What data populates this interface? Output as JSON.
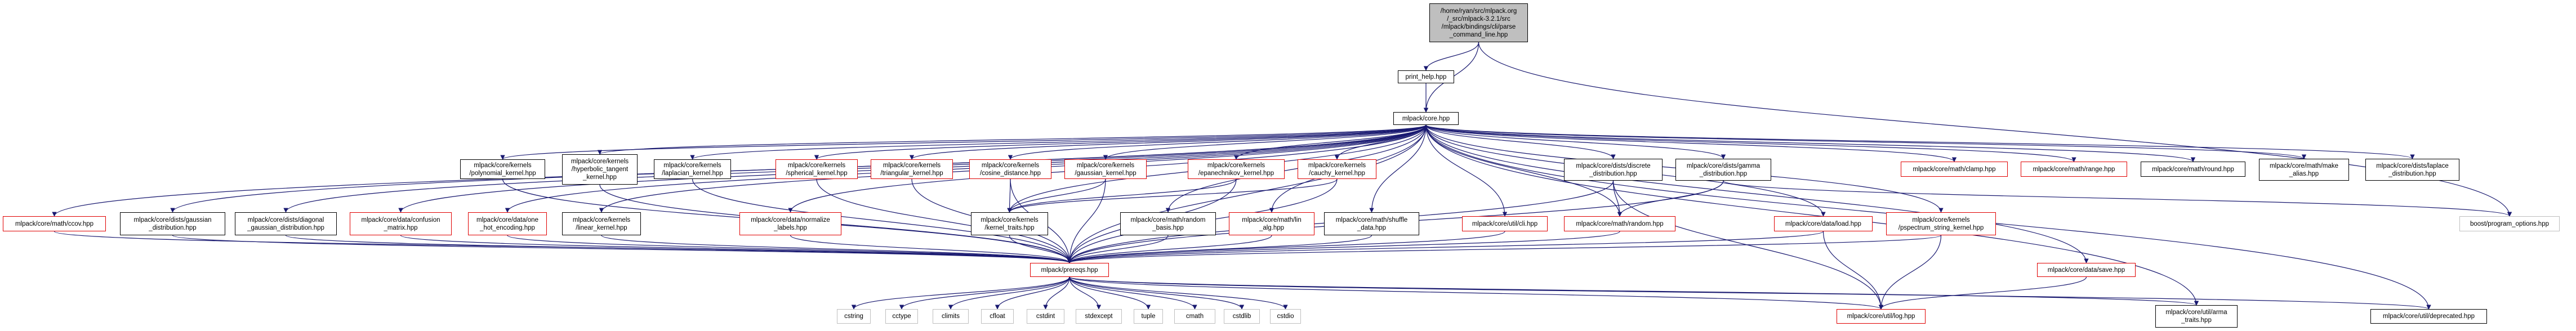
{
  "title": "Include dependency graph for parse_command_line.hpp",
  "colors": {
    "edge": "#191970",
    "red_border": "#e00000",
    "gray_border": "#bfbfbf",
    "root_fill": "#bfbfbf"
  },
  "nodes": [
    {
      "id": "root",
      "label": "/home/ryan/src/mlpack.org\n/_src/mlpack-3.2.1/src\n/mlpack/bindings/cli/parse\n_command_line.hpp",
      "style": "root"
    },
    {
      "id": "print_help",
      "label": "print_help.hpp",
      "style": "black"
    },
    {
      "id": "core",
      "label": "mlpack/core.hpp",
      "style": "black"
    },
    {
      "id": "polynomial",
      "label": "mlpack/core/kernels\n/polynomial_kernel.hpp",
      "style": "black"
    },
    {
      "id": "hyperbolic",
      "label": "mlpack/core/kernels\n/hyperbolic_tangent\n_kernel.hpp",
      "style": "black"
    },
    {
      "id": "laplacian",
      "label": "mlpack/core/kernels\n/laplacian_kernel.hpp",
      "style": "black"
    },
    {
      "id": "spherical",
      "label": "mlpack/core/kernels\n/spherical_kernel.hpp",
      "style": "red"
    },
    {
      "id": "triangular",
      "label": "mlpack/core/kernels\n/triangular_kernel.hpp",
      "style": "red"
    },
    {
      "id": "cosine",
      "label": "mlpack/core/kernels\n/cosine_distance.hpp",
      "style": "red"
    },
    {
      "id": "gaussian_k",
      "label": "mlpack/core/kernels\n/gaussian_kernel.hpp",
      "style": "red"
    },
    {
      "id": "epanechnikov",
      "label": "mlpack/core/kernels\n/epanechnikov_kernel.hpp",
      "style": "red"
    },
    {
      "id": "cauchy",
      "label": "mlpack/core/kernels\n/cauchy_kernel.hpp",
      "style": "red"
    },
    {
      "id": "discrete",
      "label": "mlpack/core/dists/discrete\n_distribution.hpp",
      "style": "black"
    },
    {
      "id": "gamma",
      "label": "mlpack/core/dists/gamma\n_distribution.hpp",
      "style": "black"
    },
    {
      "id": "clamp",
      "label": "mlpack/core/math/clamp.hpp",
      "style": "red"
    },
    {
      "id": "range",
      "label": "mlpack/core/math/range.hpp",
      "style": "red"
    },
    {
      "id": "round",
      "label": "mlpack/core/math/round.hpp",
      "style": "black"
    },
    {
      "id": "make_alias",
      "label": "mlpack/core/math/make\n_alias.hpp",
      "style": "black"
    },
    {
      "id": "laplace_dist",
      "label": "mlpack/core/dists/laplace\n_distribution.hpp",
      "style": "black"
    },
    {
      "id": "ccov",
      "label": "mlpack/core/math/ccov.hpp",
      "style": "red"
    },
    {
      "id": "gaussian_dist",
      "label": "mlpack/core/dists/gaussian\n_distribution.hpp",
      "style": "black"
    },
    {
      "id": "diagonal",
      "label": "mlpack/core/dists/diagonal\n_gaussian_distribution.hpp",
      "style": "black"
    },
    {
      "id": "confusion",
      "label": "mlpack/core/data/confusion\n_matrix.hpp",
      "style": "red"
    },
    {
      "id": "one_hot",
      "label": "mlpack/core/data/one\n_hot_encoding.hpp",
      "style": "red"
    },
    {
      "id": "linear",
      "label": "mlpack/core/kernels\n/linear_kernel.hpp",
      "style": "black"
    },
    {
      "id": "normalize",
      "label": "mlpack/core/data/normalize\n_labels.hpp",
      "style": "red"
    },
    {
      "id": "kernel_traits",
      "label": "mlpack/core/kernels\n/kernel_traits.hpp",
      "style": "black"
    },
    {
      "id": "random_basis",
      "label": "mlpack/core/math/random\n_basis.hpp",
      "style": "black"
    },
    {
      "id": "lin_alg",
      "label": "mlpack/core/math/lin\n_alg.hpp",
      "style": "red"
    },
    {
      "id": "shuffle",
      "label": "mlpack/core/math/shuffle\n_data.hpp",
      "style": "black"
    },
    {
      "id": "cli",
      "label": "mlpack/core/util/cli.hpp",
      "style": "red"
    },
    {
      "id": "random",
      "label": "mlpack/core/math/random.hpp",
      "style": "red"
    },
    {
      "id": "load",
      "label": "mlpack/core/data/load.hpp",
      "style": "red"
    },
    {
      "id": "pspectrum",
      "label": "mlpack/core/kernels\n/pspectrum_string_kernel.hpp",
      "style": "red"
    },
    {
      "id": "boost",
      "label": "boost/program_options.hpp",
      "style": "gray"
    },
    {
      "id": "prereqs",
      "label": "mlpack/prereqs.hpp",
      "style": "red"
    },
    {
      "id": "save",
      "label": "mlpack/core/data/save.hpp",
      "style": "red"
    },
    {
      "id": "cstring",
      "label": "cstring",
      "style": "gray"
    },
    {
      "id": "cctype",
      "label": "cctype",
      "style": "gray"
    },
    {
      "id": "climits",
      "label": "climits",
      "style": "gray"
    },
    {
      "id": "cfloat",
      "label": "cfloat",
      "style": "gray"
    },
    {
      "id": "cstdint",
      "label": "cstdint",
      "style": "gray"
    },
    {
      "id": "stdexcept",
      "label": "stdexcept",
      "style": "gray"
    },
    {
      "id": "tuple",
      "label": "tuple",
      "style": "gray"
    },
    {
      "id": "cmath",
      "label": "cmath",
      "style": "gray"
    },
    {
      "id": "cstdlib",
      "label": "cstdlib",
      "style": "gray"
    },
    {
      "id": "cstdio",
      "label": "cstdio",
      "style": "gray"
    },
    {
      "id": "log",
      "label": "mlpack/core/util/log.hpp",
      "style": "red"
    },
    {
      "id": "arma_traits",
      "label": "mlpack/core/util/arma\n_traits.hpp",
      "style": "black"
    },
    {
      "id": "deprecated",
      "label": "mlpack/core/util/deprecated.hpp",
      "style": "black"
    }
  ],
  "edges": [
    [
      "root",
      "print_help"
    ],
    [
      "root",
      "core"
    ],
    [
      "root",
      "boost"
    ],
    [
      "print_help",
      "core"
    ],
    [
      "core",
      "polynomial"
    ],
    [
      "core",
      "hyperbolic"
    ],
    [
      "core",
      "laplacian"
    ],
    [
      "core",
      "spherical"
    ],
    [
      "core",
      "triangular"
    ],
    [
      "core",
      "cosine"
    ],
    [
      "core",
      "gaussian_k"
    ],
    [
      "core",
      "epanechnikov"
    ],
    [
      "core",
      "cauchy"
    ],
    [
      "core",
      "discrete"
    ],
    [
      "core",
      "gamma"
    ],
    [
      "core",
      "clamp"
    ],
    [
      "core",
      "range"
    ],
    [
      "core",
      "round"
    ],
    [
      "core",
      "make_alias"
    ],
    [
      "core",
      "laplace_dist"
    ],
    [
      "core",
      "ccov"
    ],
    [
      "core",
      "gaussian_dist"
    ],
    [
      "core",
      "diagonal"
    ],
    [
      "core",
      "confusion"
    ],
    [
      "core",
      "one_hot"
    ],
    [
      "core",
      "linear"
    ],
    [
      "core",
      "normalize"
    ],
    [
      "core",
      "kernel_traits"
    ],
    [
      "core",
      "random_basis"
    ],
    [
      "core",
      "lin_alg"
    ],
    [
      "core",
      "shuffle"
    ],
    [
      "core",
      "cli"
    ],
    [
      "core",
      "random"
    ],
    [
      "core",
      "load"
    ],
    [
      "core",
      "pspectrum"
    ],
    [
      "core",
      "save"
    ],
    [
      "core",
      "arma_traits"
    ],
    [
      "core",
      "deprecated"
    ],
    [
      "core",
      "prereqs"
    ],
    [
      "polynomial",
      "prereqs"
    ],
    [
      "hyperbolic",
      "prereqs"
    ],
    [
      "laplacian",
      "prereqs"
    ],
    [
      "spherical",
      "prereqs"
    ],
    [
      "triangular",
      "prereqs"
    ],
    [
      "cosine",
      "prereqs"
    ],
    [
      "cosine",
      "kernel_traits"
    ],
    [
      "gaussian_k",
      "prereqs"
    ],
    [
      "gaussian_k",
      "kernel_traits"
    ],
    [
      "epanechnikov",
      "prereqs"
    ],
    [
      "epanechnikov",
      "kernel_traits"
    ],
    [
      "cauchy",
      "prereqs"
    ],
    [
      "cauchy",
      "kernel_traits"
    ],
    [
      "discrete",
      "prereqs"
    ],
    [
      "discrete",
      "random"
    ],
    [
      "discrete",
      "log"
    ],
    [
      "gamma",
      "prereqs"
    ],
    [
      "gamma",
      "random"
    ],
    [
      "gamma",
      "boost"
    ],
    [
      "ccov",
      "prereqs"
    ],
    [
      "gaussian_dist",
      "prereqs"
    ],
    [
      "diagonal",
      "prereqs"
    ],
    [
      "confusion",
      "prereqs"
    ],
    [
      "one_hot",
      "prereqs"
    ],
    [
      "linear",
      "prereqs"
    ],
    [
      "normalize",
      "prereqs"
    ],
    [
      "kernel_traits",
      "prereqs"
    ],
    [
      "random_basis",
      "prereqs"
    ],
    [
      "lin_alg",
      "prereqs"
    ],
    [
      "shuffle",
      "prereqs"
    ],
    [
      "cli",
      "prereqs"
    ],
    [
      "random",
      "prereqs"
    ],
    [
      "load",
      "prereqs"
    ],
    [
      "load",
      "log"
    ],
    [
      "pspectrum",
      "prereqs"
    ],
    [
      "pspectrum",
      "log"
    ],
    [
      "save",
      "log"
    ],
    [
      "prereqs",
      "cstring"
    ],
    [
      "prereqs",
      "cctype"
    ],
    [
      "prereqs",
      "climits"
    ],
    [
      "prereqs",
      "cfloat"
    ],
    [
      "prereqs",
      "cstdint"
    ],
    [
      "prereqs",
      "stdexcept"
    ],
    [
      "prereqs",
      "tuple"
    ],
    [
      "prereqs",
      "cmath"
    ],
    [
      "prereqs",
      "cstdlib"
    ],
    [
      "prereqs",
      "cstdio"
    ],
    [
      "prereqs",
      "log"
    ],
    [
      "prereqs",
      "arma_traits"
    ],
    [
      "prereqs",
      "deprecated"
    ]
  ]
}
